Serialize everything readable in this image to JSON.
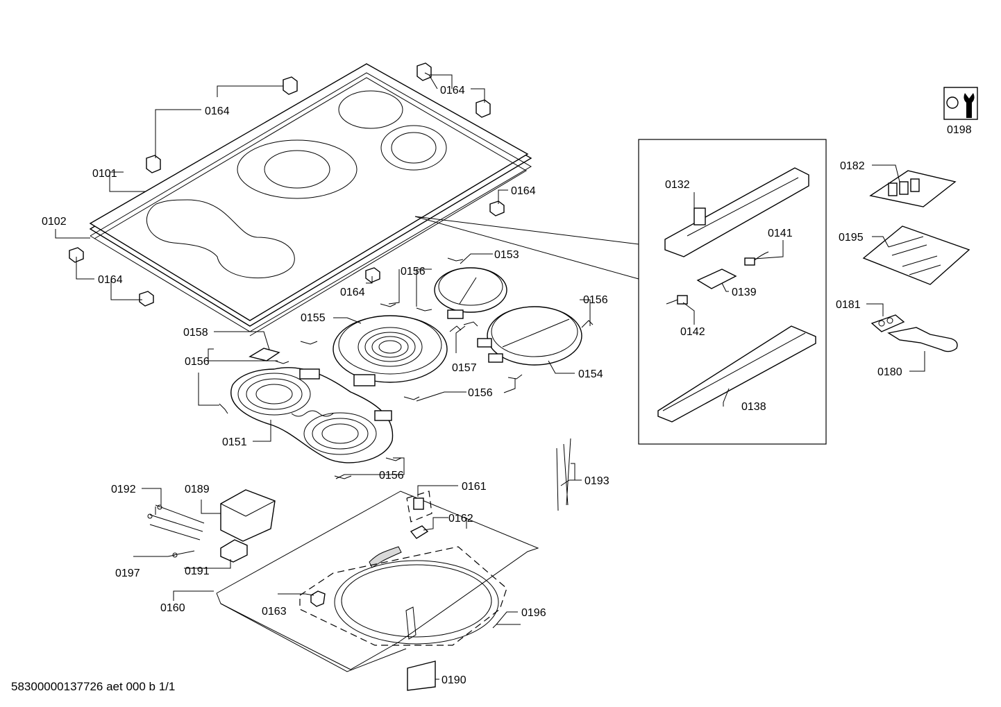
{
  "labels": {
    "p0101": "0101",
    "p0102": "0102",
    "p0132": "0132",
    "p0138": "0138",
    "p0139": "0139",
    "p0141": "0141",
    "p0142": "0142",
    "p0151": "0151",
    "p0153": "0153",
    "p0154": "0154",
    "p0155": "0155",
    "p0156": "0156",
    "p0157": "0157",
    "p0158": "0158",
    "p0160": "0160",
    "p0161": "0161",
    "p0162": "0162",
    "p0163": "0163",
    "p0164": "0164",
    "p0180": "0180",
    "p0181": "0181",
    "p0182": "0182",
    "p0189": "0189",
    "p0190": "0190",
    "p0191": "0191",
    "p0192": "0192",
    "p0193": "0193",
    "p0195": "0195",
    "p0196": "0196",
    "p0197": "0197",
    "p0198": "0198"
  },
  "footer": "58300000137726 aet 000 b 1/1"
}
